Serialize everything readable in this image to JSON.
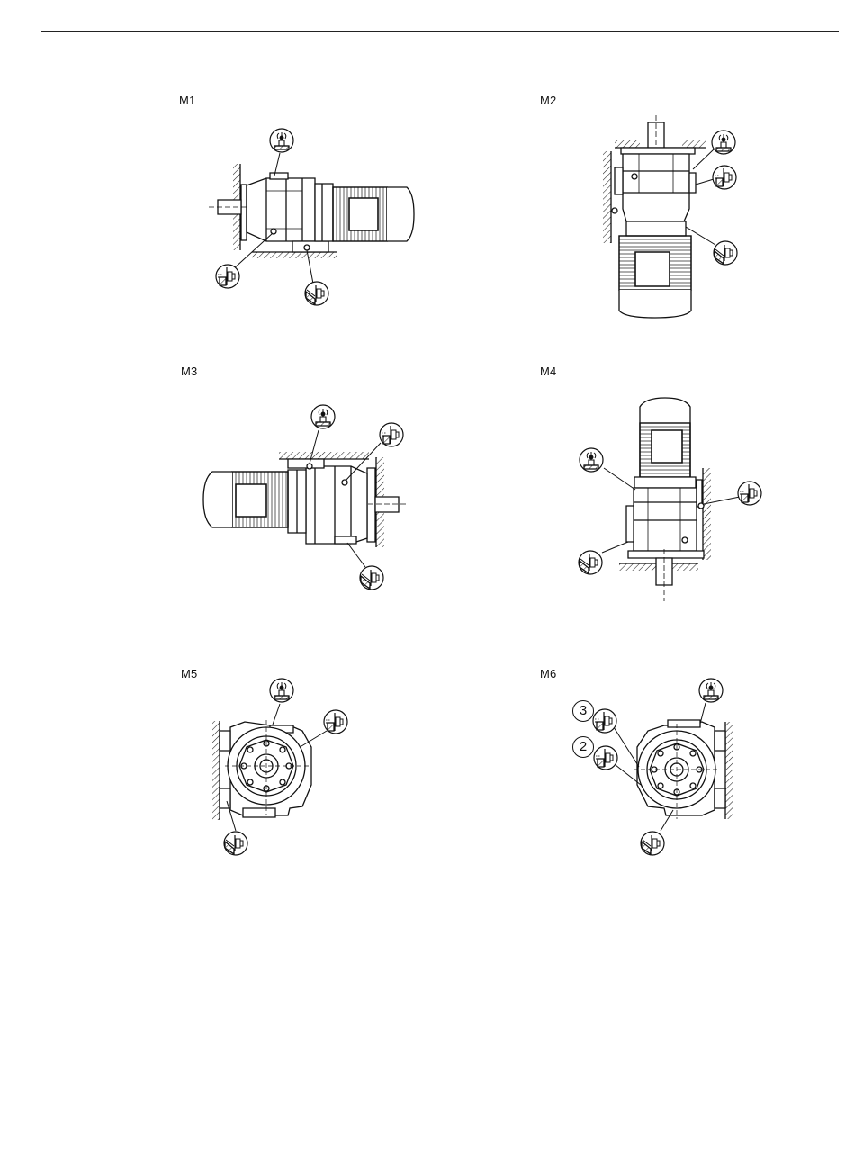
{
  "views": [
    {
      "label": "M1"
    },
    {
      "label": "M2"
    },
    {
      "label": "M3"
    },
    {
      "label": "M4"
    },
    {
      "label": "M5"
    },
    {
      "label": "M6"
    }
  ],
  "callouts": {
    "oil_level_plug_3": "3",
    "oil_level_plug_2": "2"
  },
  "icons": [
    "breather-symbol-icon",
    "oil-level-symbol-icon",
    "oil-drain-symbol-icon"
  ]
}
